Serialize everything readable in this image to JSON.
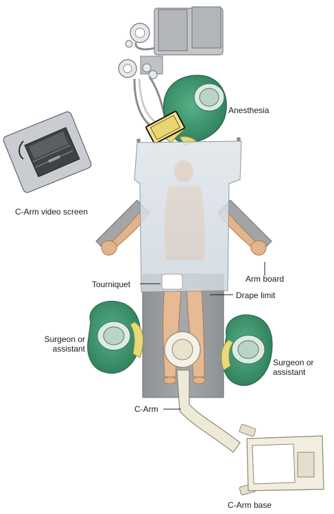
{
  "labels": {
    "anesthesia": "Anesthesia",
    "c_arm_video_screen": "C-Arm video screen",
    "tourniquet": "Tourniquet",
    "arm_board": "Arm board",
    "drape_limit": "Drape limit",
    "surgeon_left_line1": "Surgeon or",
    "surgeon_left_line2": "assistant",
    "surgeon_right_line1": "Surgeon or",
    "surgeon_right_line2": "assistant",
    "c_arm": "C-Arm",
    "c_arm_base": "C-Arm base"
  },
  "colors": {
    "gown_green": "#3f9a72",
    "gown_dark": "#2a7656",
    "glove_yellow": "#e8d97a",
    "drape": "#d6dde4",
    "table_gray": "#9a9d9f",
    "skin": "#e2b48c",
    "equipment_gray": "#b9bcc0"
  }
}
